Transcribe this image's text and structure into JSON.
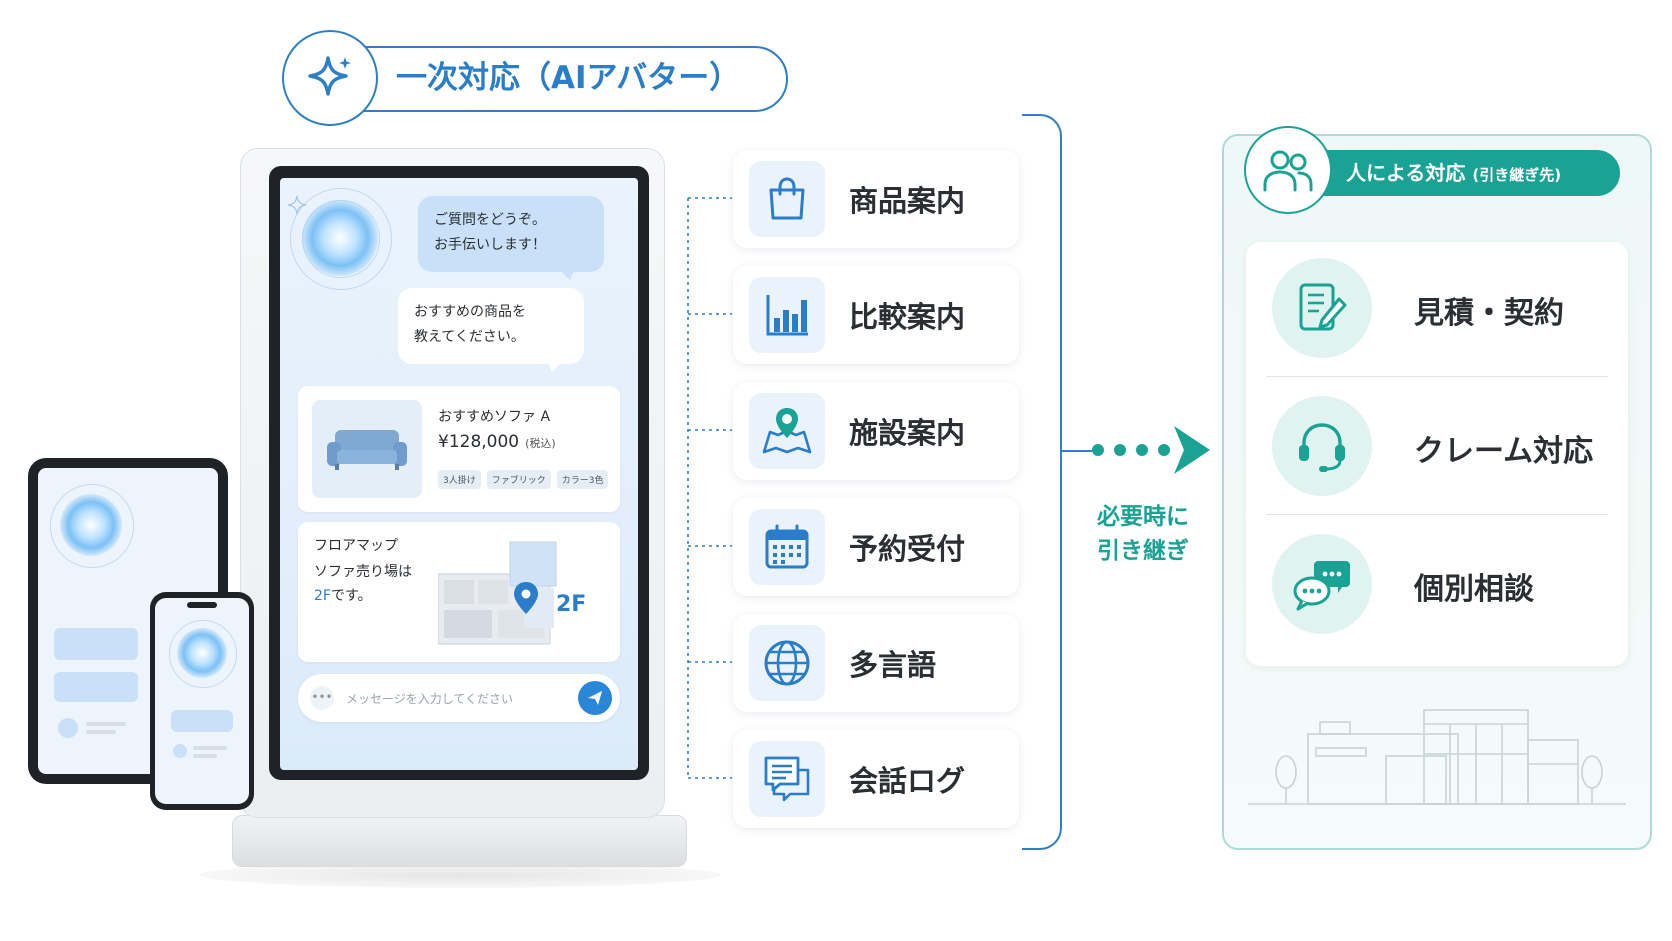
{
  "header": {
    "title": "一次対応（AIアバター）",
    "icon": "sparkle-icon"
  },
  "kiosk": {
    "bubble_ai": [
      "ご質問をどうぞ。",
      "お手伝いします！"
    ],
    "bubble_user": [
      "おすすめの商品を",
      "教えてください。"
    ],
    "product": {
      "name": "おすすめソファ A",
      "price": "¥128,000",
      "tax": "(税込)",
      "tags": [
        "3人掛け",
        "ファブリック",
        "カラー3色"
      ]
    },
    "floor": {
      "line1": "フロアマップ",
      "line2": "ソファ売り場は",
      "line3_highlight": "2F",
      "line3_rest": "です。",
      "map_label": "2F"
    },
    "input": {
      "placeholder": "メッセージを入力してください"
    }
  },
  "features": [
    {
      "label": "商品案内",
      "icon": "shopping-bag-icon"
    },
    {
      "label": "比較案内",
      "icon": "bar-chart-icon"
    },
    {
      "label": "施設案内",
      "icon": "map-pin-icon"
    },
    {
      "label": "予約受付",
      "icon": "calendar-icon"
    },
    {
      "label": "多言語",
      "icon": "globe-icon"
    },
    {
      "label": "会話ログ",
      "icon": "chat-log-icon"
    }
  ],
  "handover": {
    "line1": "必要時に",
    "line2": "引き継ぎ"
  },
  "human": {
    "title": "人による対応",
    "subtitle": "(引き継ぎ先)",
    "icon": "people-icon",
    "items": [
      {
        "label": "見積・契約",
        "icon": "document-pen-icon"
      },
      {
        "label": "クレーム対応",
        "icon": "headset-icon"
      },
      {
        "label": "個別相談",
        "icon": "chat-bubbles-icon"
      }
    ]
  },
  "colors": {
    "primary_blue": "#2f7fc8",
    "teal": "#1aa395",
    "panel_bg": "#eef8f6"
  }
}
